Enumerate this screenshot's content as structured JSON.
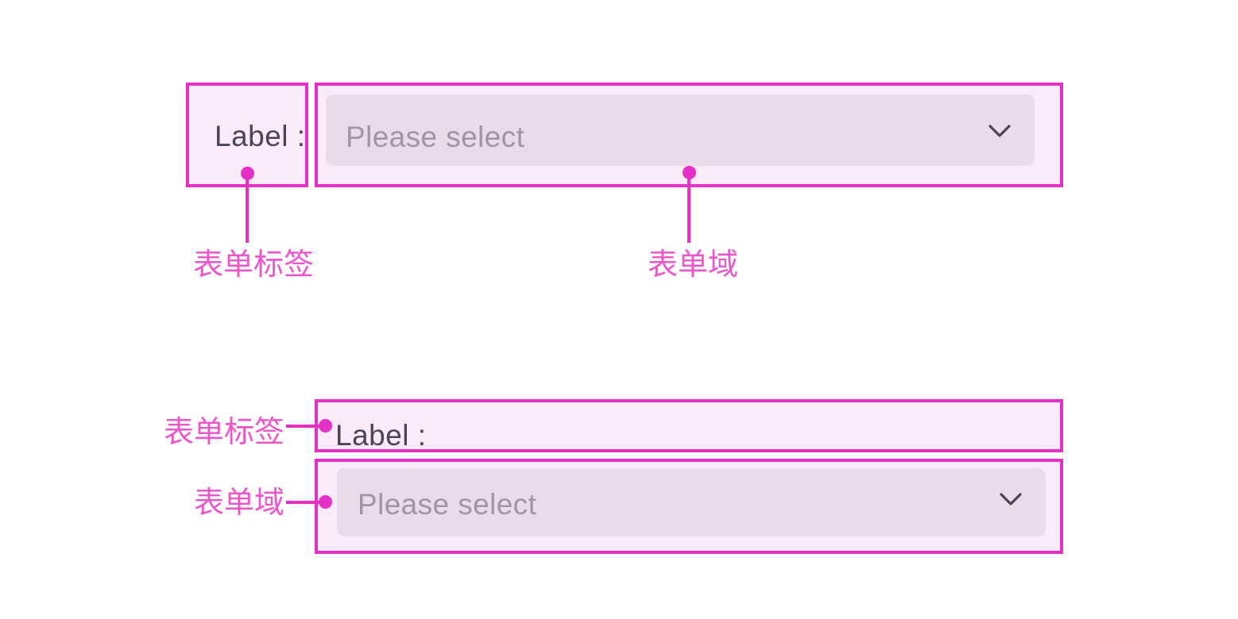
{
  "theme": {
    "accent_pink": "#e52fc6",
    "annotation_text_pink": "#ef55cb",
    "box_fill": "#fbeaf8",
    "select_fill": "#eadbe9",
    "label_text_color": "#4b4459",
    "placeholder_color": "#9e95a8",
    "page_background": "#ffffff"
  },
  "diagram": {
    "inline_layout": {
      "label_box": {
        "text": "Label :"
      },
      "field_box": {
        "select": {
          "placeholder": "Please select",
          "chevron_icon": "chevron-down-icon"
        }
      },
      "annotations": [
        {
          "text": "表单标签",
          "target": "label-box"
        },
        {
          "text": "表单域",
          "target": "field-box"
        }
      ]
    },
    "stacked_layout": {
      "label_box": {
        "text": "Label :"
      },
      "field_box": {
        "select": {
          "placeholder": "Please select",
          "chevron_icon": "chevron-down-icon"
        }
      },
      "annotations": [
        {
          "text": "表单标签",
          "target": "label-box"
        },
        {
          "text": "表单域",
          "target": "field-box"
        }
      ]
    }
  }
}
